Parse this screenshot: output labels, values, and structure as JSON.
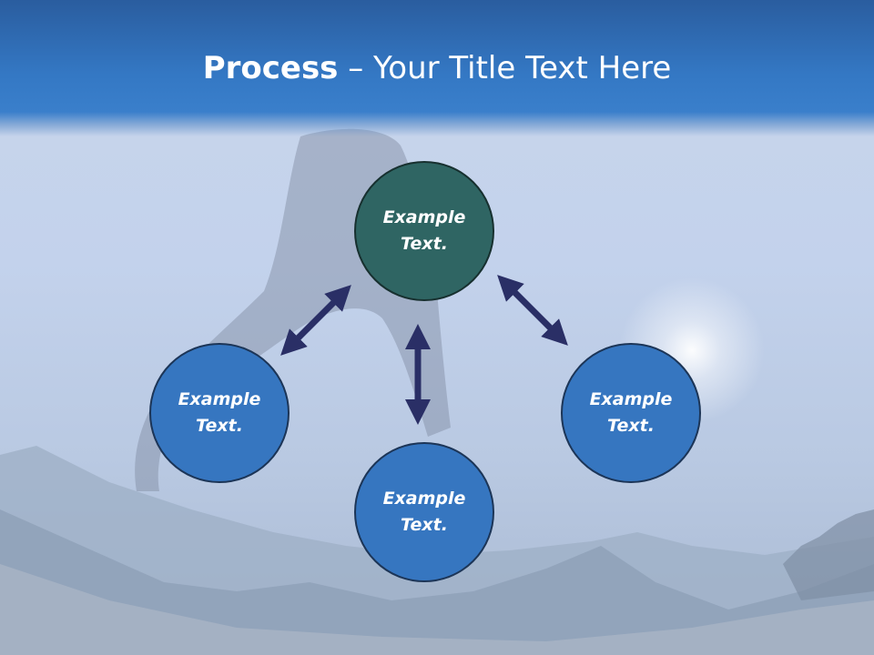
{
  "title": {
    "bold": "Process",
    "rest": " – Your Title Text Here"
  },
  "nodes": {
    "top": {
      "line1": "Example",
      "line2": "Text."
    },
    "left": {
      "line1": "Example",
      "line2": "Text."
    },
    "bottom": {
      "line1": "Example",
      "line2": "Text."
    },
    "right": {
      "line1": "Example",
      "line2": "Text."
    }
  },
  "colors": {
    "header": "#3478c4",
    "center_node": "#2f6563",
    "outer_node": "#3676c0",
    "arrow": "#2a2f66"
  }
}
